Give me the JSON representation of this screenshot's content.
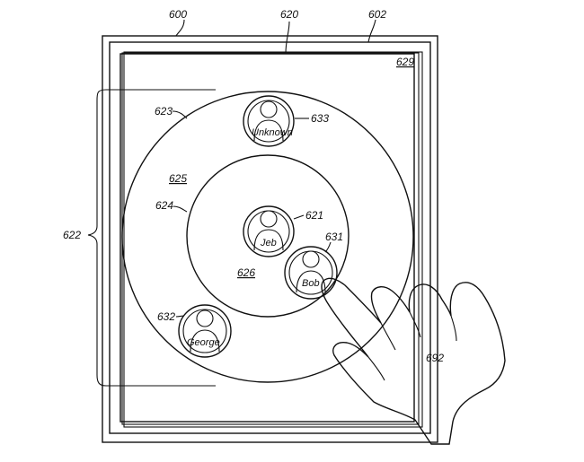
{
  "figure": {
    "refs": {
      "device": "600",
      "screen": "620",
      "frame": "602",
      "content": "629",
      "range_brace": "622",
      "outer_ring": "623",
      "outer_zone": "625",
      "inner_ring": "624",
      "inner_zone": "626",
      "hand": "692",
      "user_unknown": "633",
      "user_jeb": "621",
      "user_bob": "631",
      "user_george": "632"
    },
    "avatars": {
      "unknown": "Unknown",
      "jeb": "Jeb",
      "bob": "Bob",
      "george": "George"
    }
  }
}
